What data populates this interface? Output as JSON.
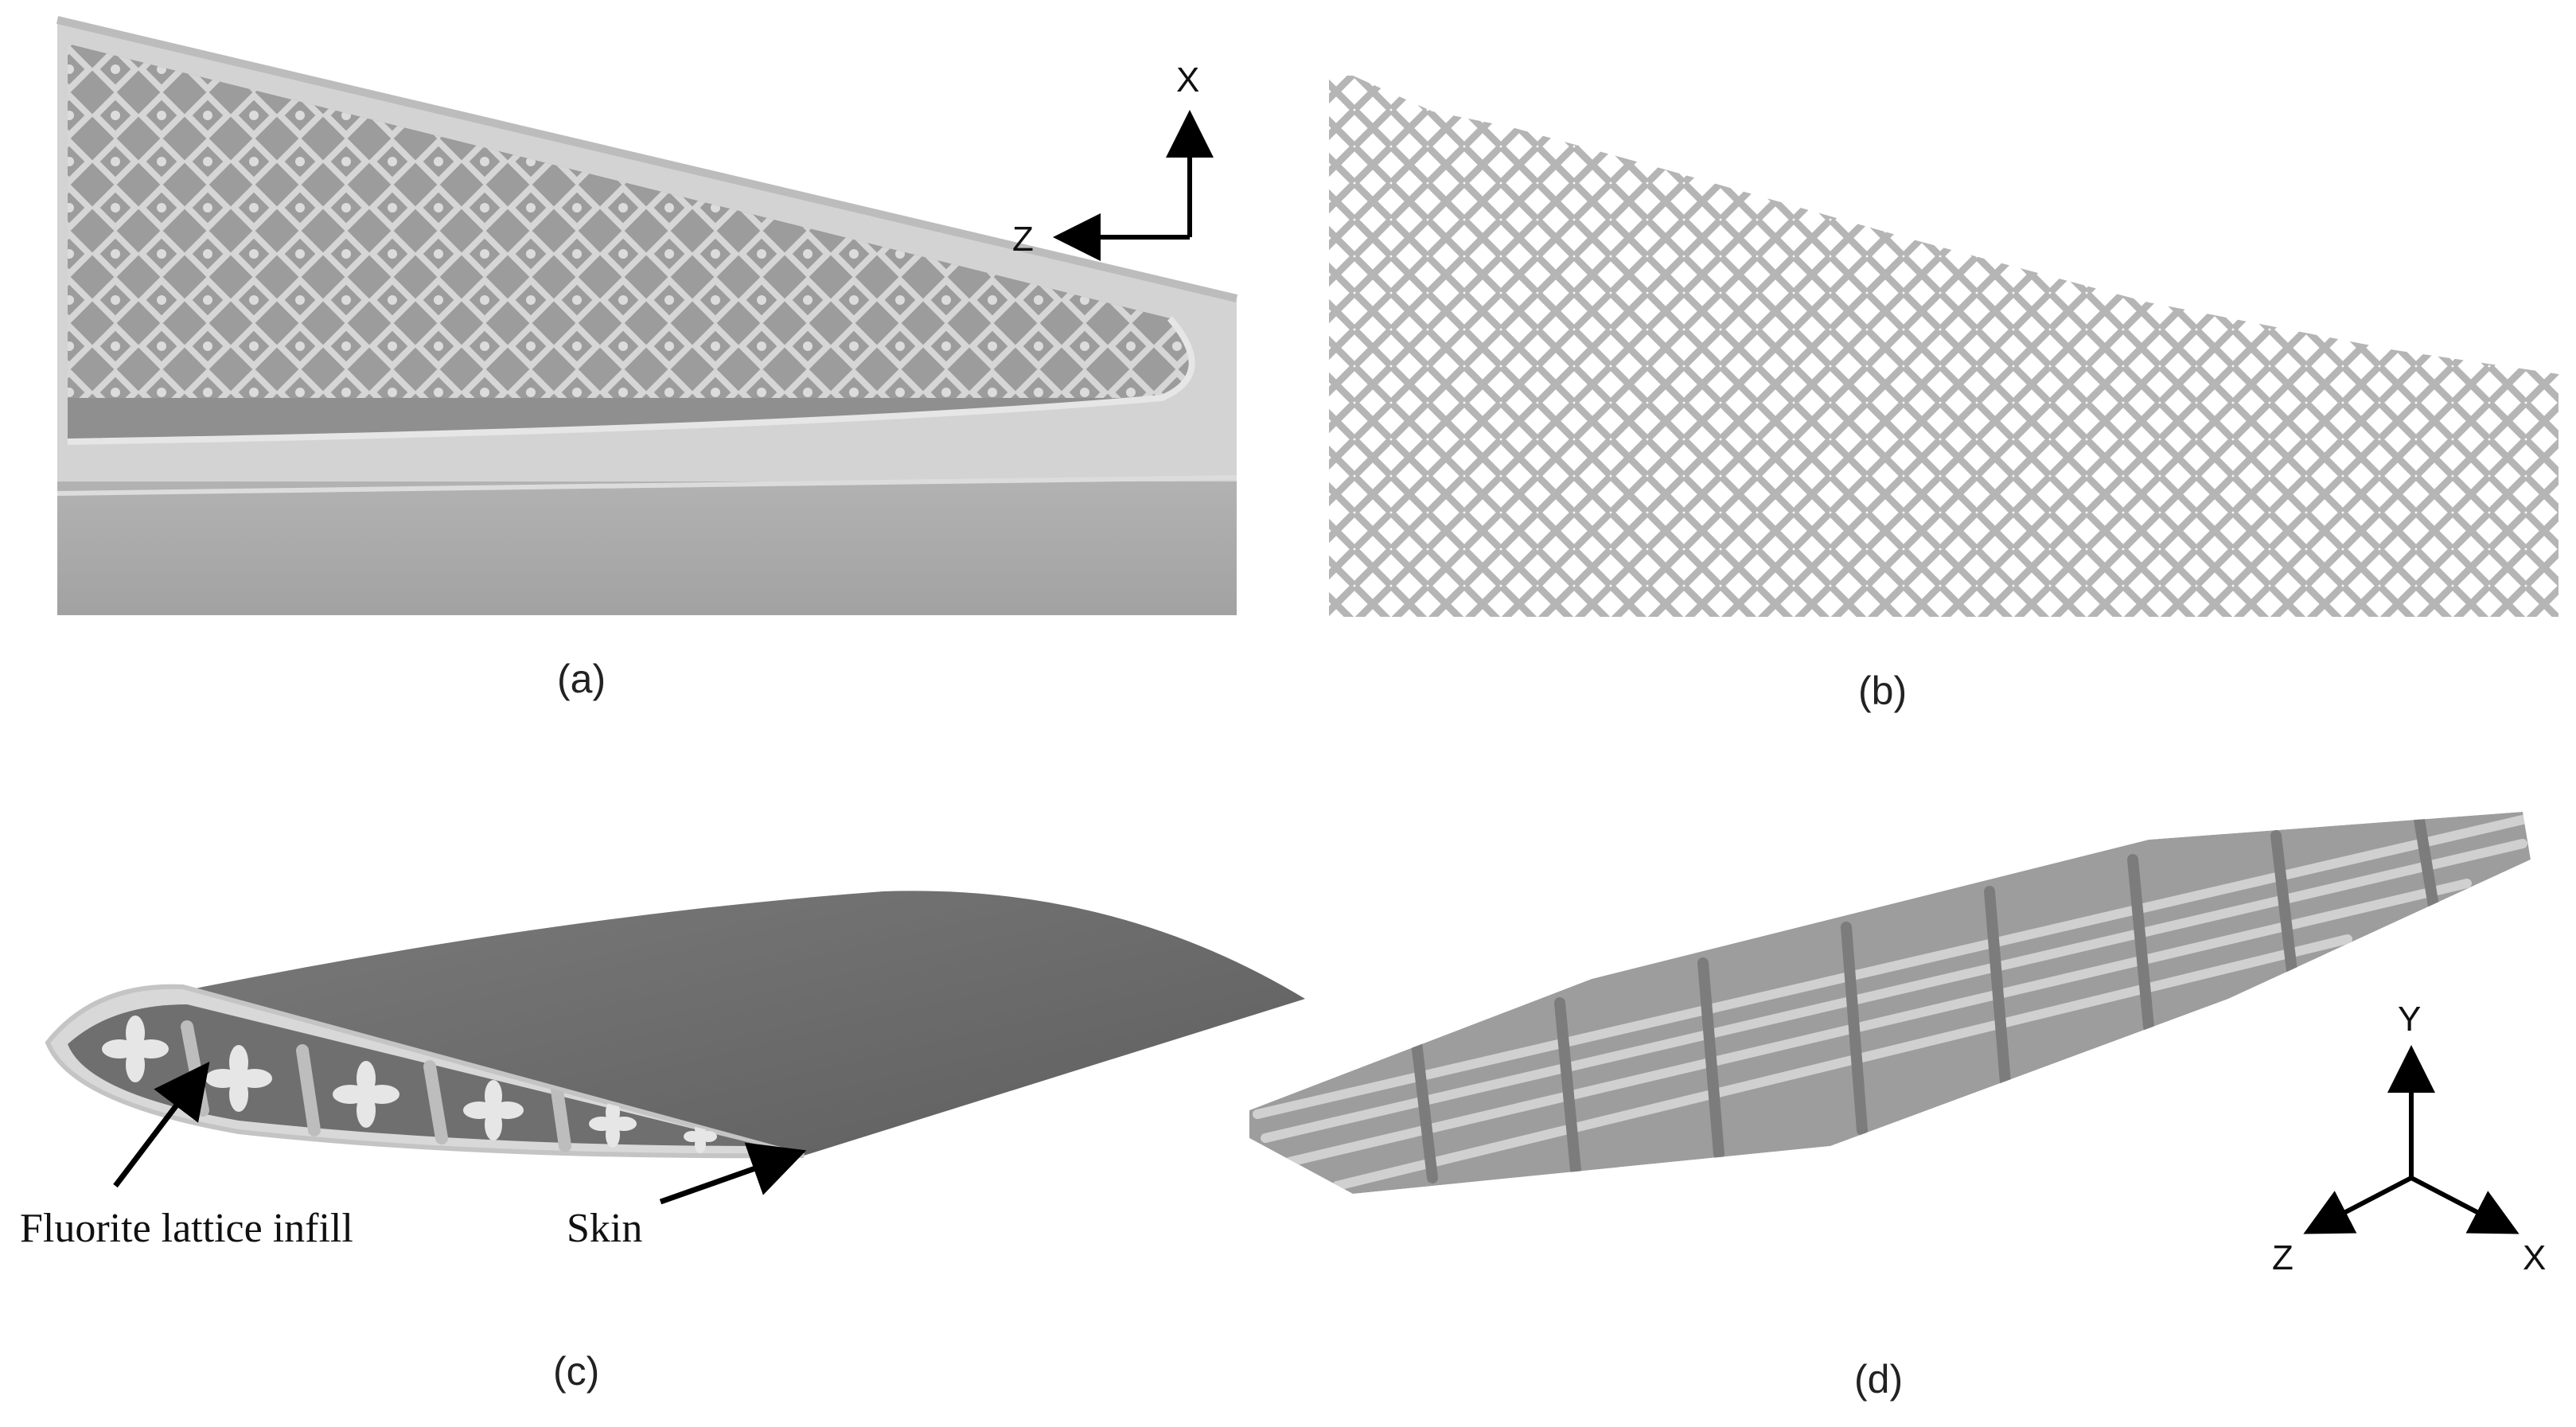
{
  "panels": [
    {
      "id": "a",
      "caption": "(a)"
    },
    {
      "id": "b",
      "caption": "(b)"
    },
    {
      "id": "c",
      "caption": "(c)"
    },
    {
      "id": "d",
      "caption": "(d)"
    }
  ],
  "axes_a": {
    "vertical": "X",
    "horizontal": "Z"
  },
  "axes_d": {
    "up": "Y",
    "left": "Z",
    "right": "X"
  },
  "annotations": {
    "infill": "Fluorite lattice infill",
    "skin": "Skin"
  },
  "colors": {
    "background": "#ffffff",
    "lattice": "#b9b9b9",
    "lattice_shadow": "#8a8a8a",
    "skin_dark": "#6f6f6f",
    "panel_grey": "#a6a6a6",
    "panel_light": "#d9d9d9",
    "axis": "#000000"
  }
}
